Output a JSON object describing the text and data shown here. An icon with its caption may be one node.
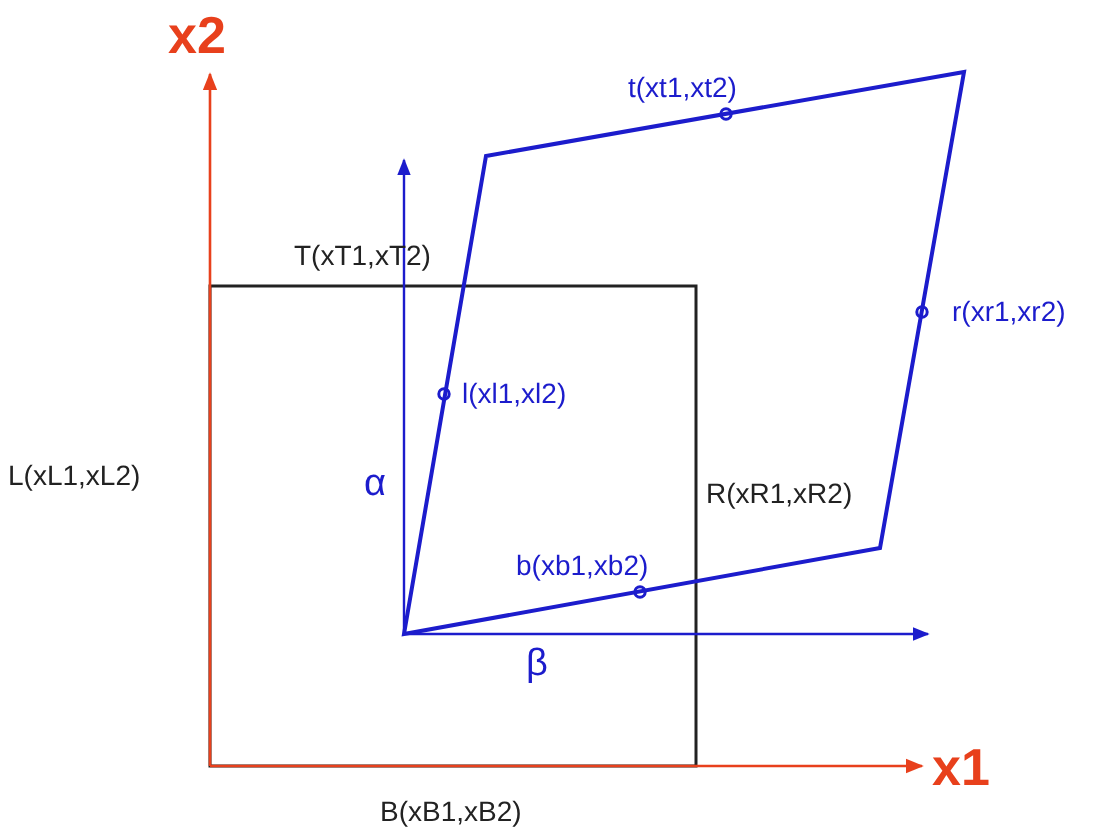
{
  "diagram": {
    "labels": [
      "x2",
      "t(xt1,xt2)",
      "T(xT1,xT2)",
      "r(xr1,xr2)",
      "l(xl1,xl2)",
      "L(xL1,xL2)",
      "α",
      "R(xR1,xR2)",
      "b(xb1,xb2)",
      "β",
      "x1",
      "B(xB1,xB2)"
    ]
  }
}
